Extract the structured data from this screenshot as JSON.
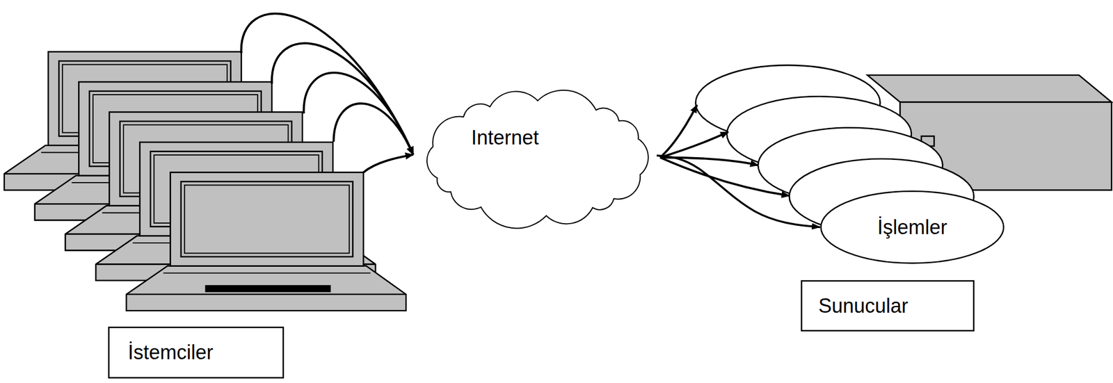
{
  "diagram": {
    "nodes": [
      {
        "text": [
          "İstemciler"
        ]
      },
      {
        "text": [
          "Internet"
        ]
      },
      {
        "text": [
          "İşlemler"
        ]
      },
      {
        "text": [
          "Sunucular"
        ]
      }
    ],
    "edges": [
      {
        "from": 1,
        "to": 2,
        "arrow": "to"
      }
    ]
  }
}
